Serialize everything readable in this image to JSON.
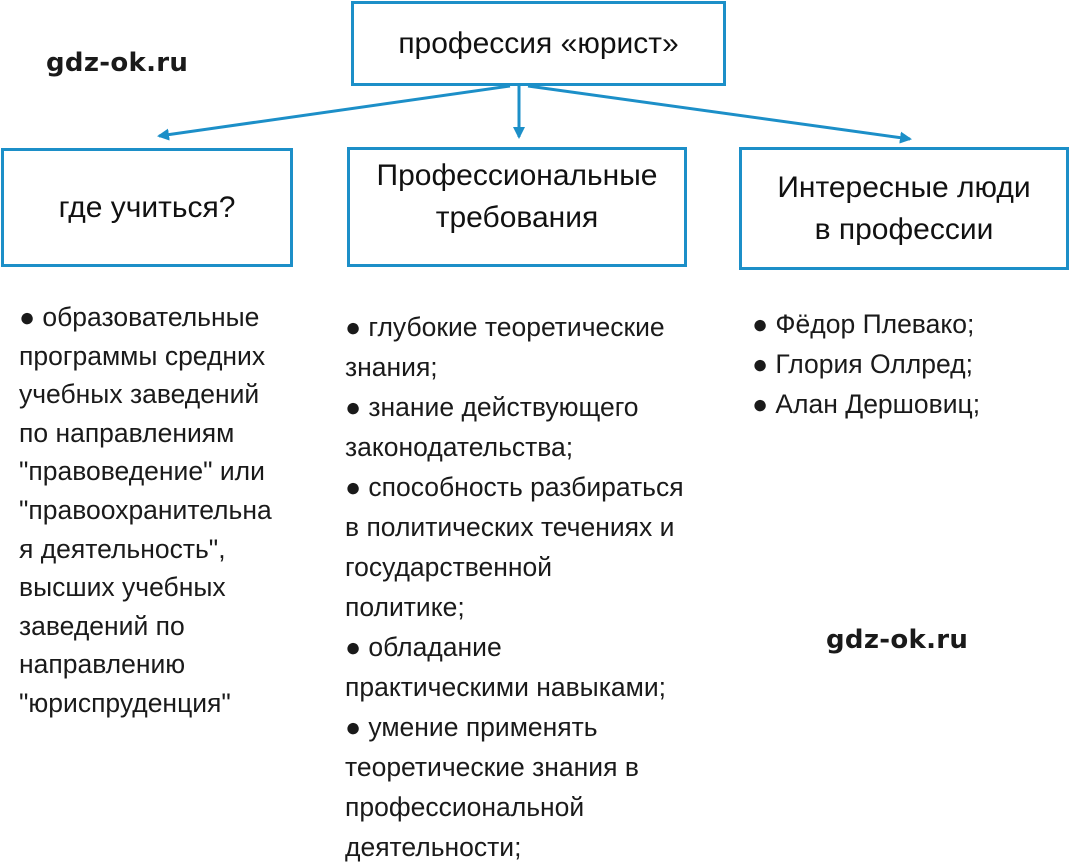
{
  "root": {
    "label": "профессия «юрист»"
  },
  "branches": [
    {
      "id": "study",
      "label": "где учиться?"
    },
    {
      "id": "requirements",
      "label": "Профессиональные\nтребования"
    },
    {
      "id": "people",
      "label": "Интересные люди\nв профессии"
    }
  ],
  "study_items": [
    {
      "bullet": "●",
      "text": " образовательные\nпрограммы средних\nучебных заведений\nпо направлениям\n\"правоведение\" или\n\"правоохранительна\nя деятельность\",\nвысших учебных\nзаведений по\nнаправлению\n\"юриспруденция\""
    }
  ],
  "requirements_items": [
    {
      "bullet": "●",
      "text": " глубокие теоретические\nзнания;"
    },
    {
      "bullet": "●",
      "text": " знание действующего\nзаконодательства;"
    },
    {
      "bullet": "●",
      "text": " способность разбираться\nв политических течениях и\nгосударственной\nполитике;"
    },
    {
      "bullet": "●",
      "text": " обладание\nпрактическими навыками;"
    },
    {
      "bullet": "●",
      "text": " умение применять\nтеоретические знания в\nпрофессиональной\nдеятельности;"
    }
  ],
  "people_items": [
    {
      "bullet": "●",
      "text": " Фёдор Плевако;"
    },
    {
      "bullet": "●",
      "text": " Глория Оллред;"
    },
    {
      "bullet": "●",
      "text": " Алан Дершовиц;"
    }
  ],
  "watermarks": {
    "top_left": "gdz-ok.ru",
    "bottom_right": "gdz-ok.ru"
  },
  "colors": {
    "accent": "#1c8fc8",
    "text": "#111111"
  }
}
